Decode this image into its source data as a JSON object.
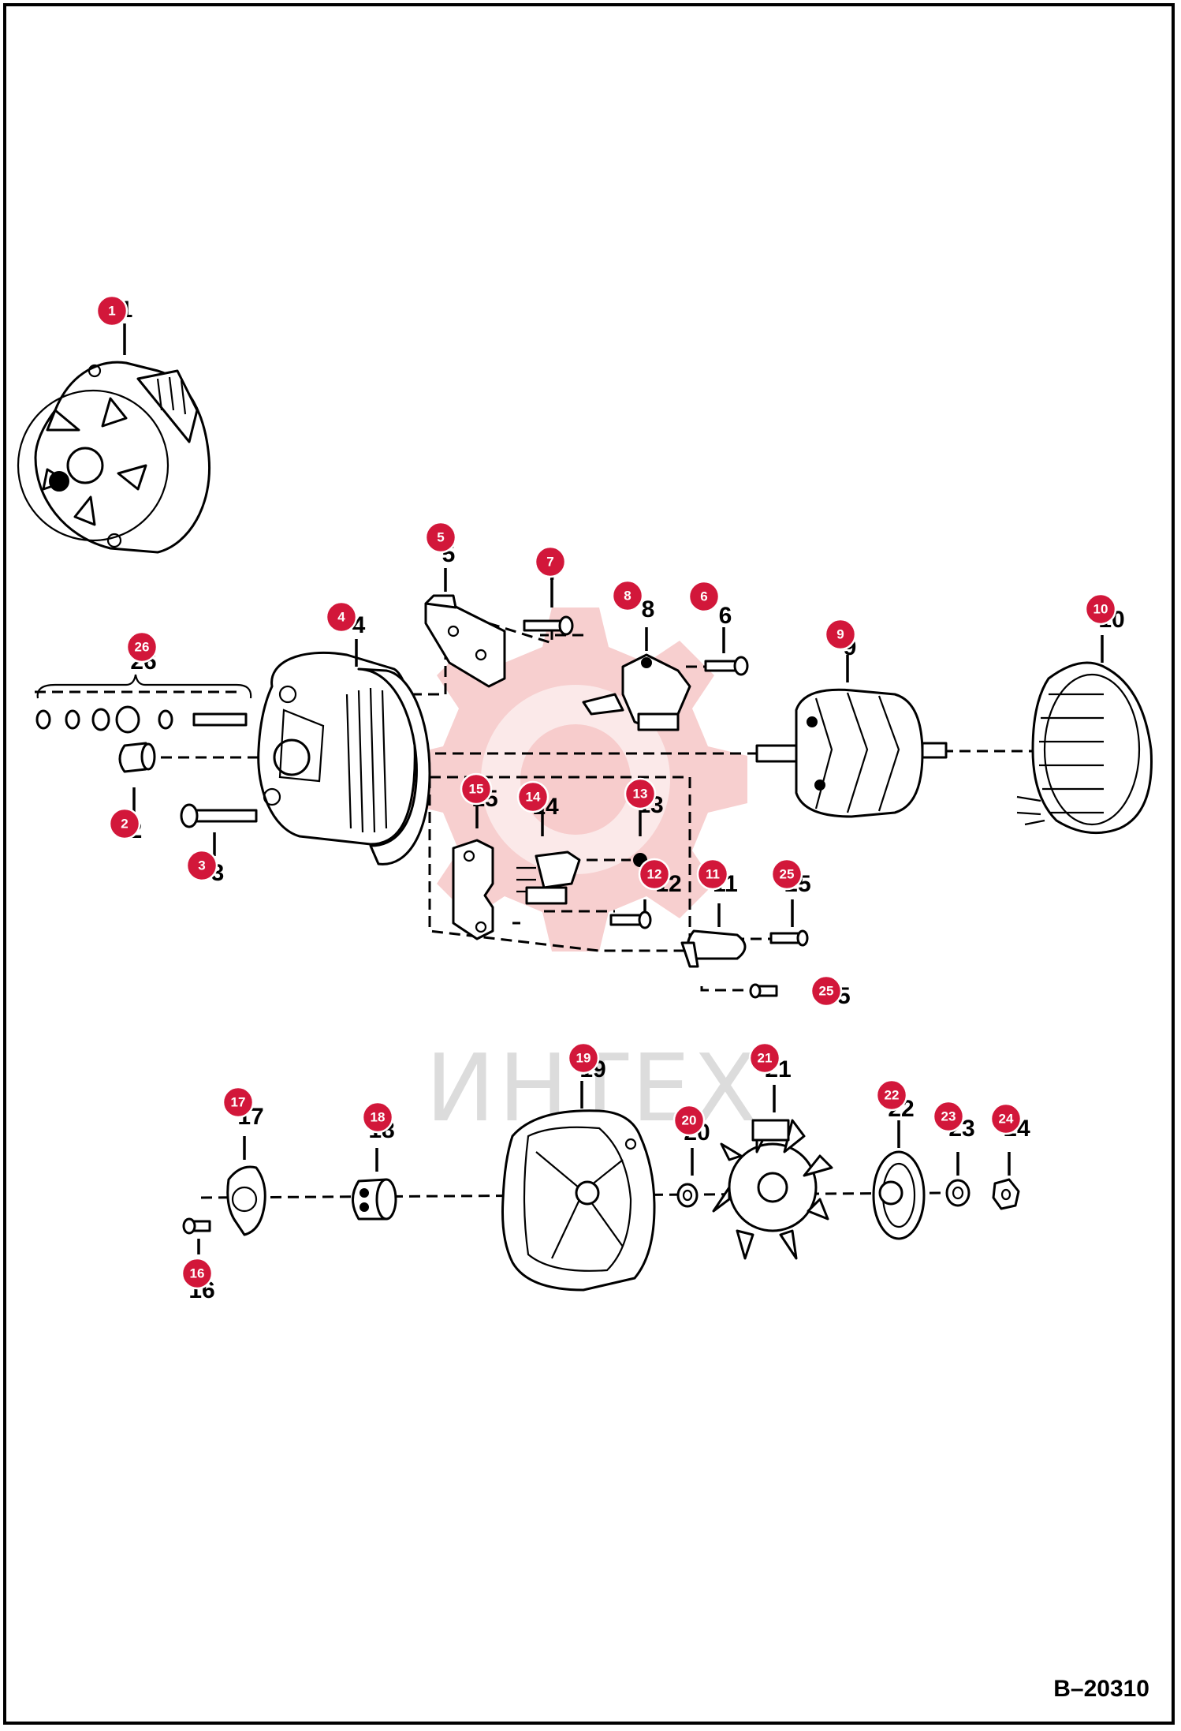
{
  "figure_code": "B–20310",
  "watermark": "ИНТЕХ",
  "callouts": [
    {
      "number": "1"
    },
    {
      "number": "2"
    },
    {
      "number": "3"
    },
    {
      "number": "4"
    },
    {
      "number": "5"
    },
    {
      "number": "6"
    },
    {
      "number": "7"
    },
    {
      "number": "8"
    },
    {
      "number": "9"
    },
    {
      "number": "10"
    },
    {
      "number": "11"
    },
    {
      "number": "12"
    },
    {
      "number": "13"
    },
    {
      "number": "14"
    },
    {
      "number": "15"
    },
    {
      "number": "16"
    },
    {
      "number": "17"
    },
    {
      "number": "18"
    },
    {
      "number": "19"
    },
    {
      "number": "20"
    },
    {
      "number": "21"
    },
    {
      "number": "22"
    },
    {
      "number": "23"
    },
    {
      "number": "24"
    },
    {
      "number": "25"
    },
    {
      "number": "25"
    },
    {
      "number": "26"
    }
  ],
  "part_numbers": [
    "1",
    "2",
    "3",
    "4",
    "5",
    "6",
    "7",
    "8",
    "9",
    "10",
    "11",
    "12",
    "13",
    "14",
    "15",
    "16",
    "17",
    "18",
    "19",
    "20",
    "21",
    "22",
    "23",
    "24",
    "25",
    "25",
    "26"
  ],
  "colors": {
    "badge": "#d2173a",
    "watermark_gear": "#f6c7c7",
    "watermark_text": "#dcdcdc"
  }
}
